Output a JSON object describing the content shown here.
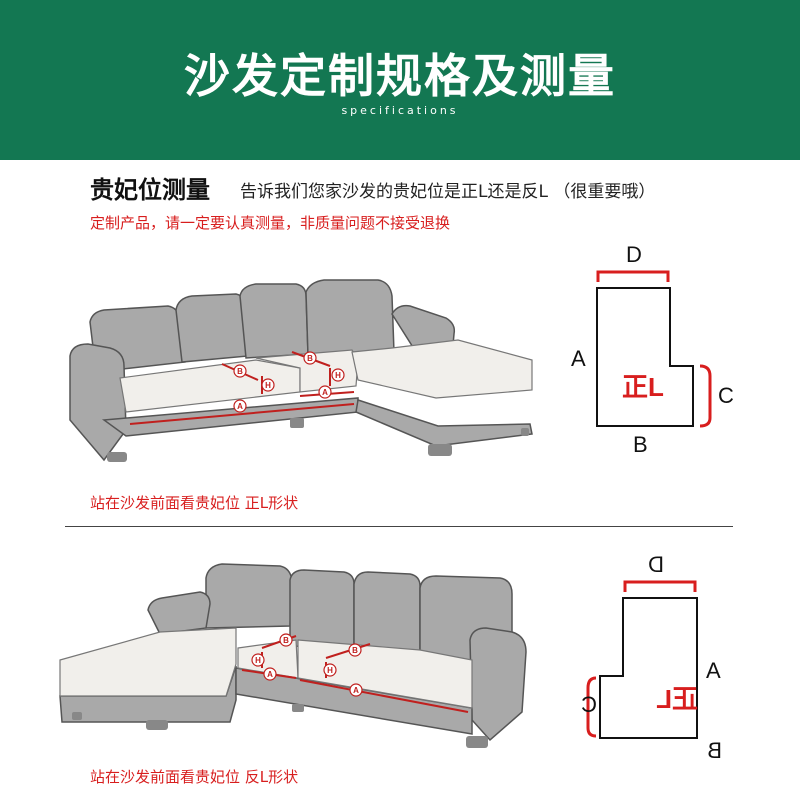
{
  "header": {
    "title": "沙发定制规格及测量",
    "subtitle": "specifications",
    "bg_color": "#137752"
  },
  "section": {
    "title": "贵妃位测量",
    "description": "告诉我们您家沙发的贵妃位是正L还是反L （很重要哦）",
    "warning": "定制产品，请一定要认真测量，非质量问题不接受退换"
  },
  "figure_top": {
    "caption": "站在沙发前面看贵妃位 正L形状",
    "shape_label": "正L",
    "dims": [
      "A",
      "B",
      "C",
      "D"
    ],
    "sofa_marks": [
      "A",
      "B",
      "H"
    ]
  },
  "figure_bottom": {
    "caption": "站在沙发前面看贵妃位 反L形状",
    "shape_label": "正L",
    "dims": [
      "A",
      "B",
      "C",
      "D"
    ],
    "sofa_marks": [
      "A",
      "B",
      "H"
    ]
  },
  "colors": {
    "accent_red": "#d81e1e",
    "sofa_gray": "#a9a9a9",
    "cushion": "#f1efeb"
  }
}
